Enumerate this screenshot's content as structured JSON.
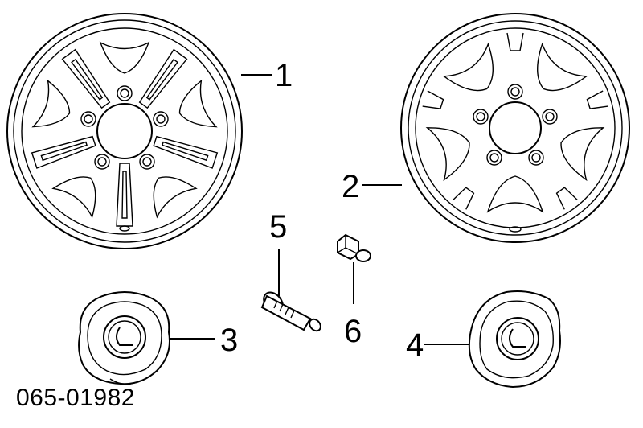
{
  "callouts": {
    "c1": "1",
    "c2": "2",
    "c3": "3",
    "c4": "4",
    "c5": "5",
    "c6": "6"
  },
  "reference_code": "065-01982"
}
